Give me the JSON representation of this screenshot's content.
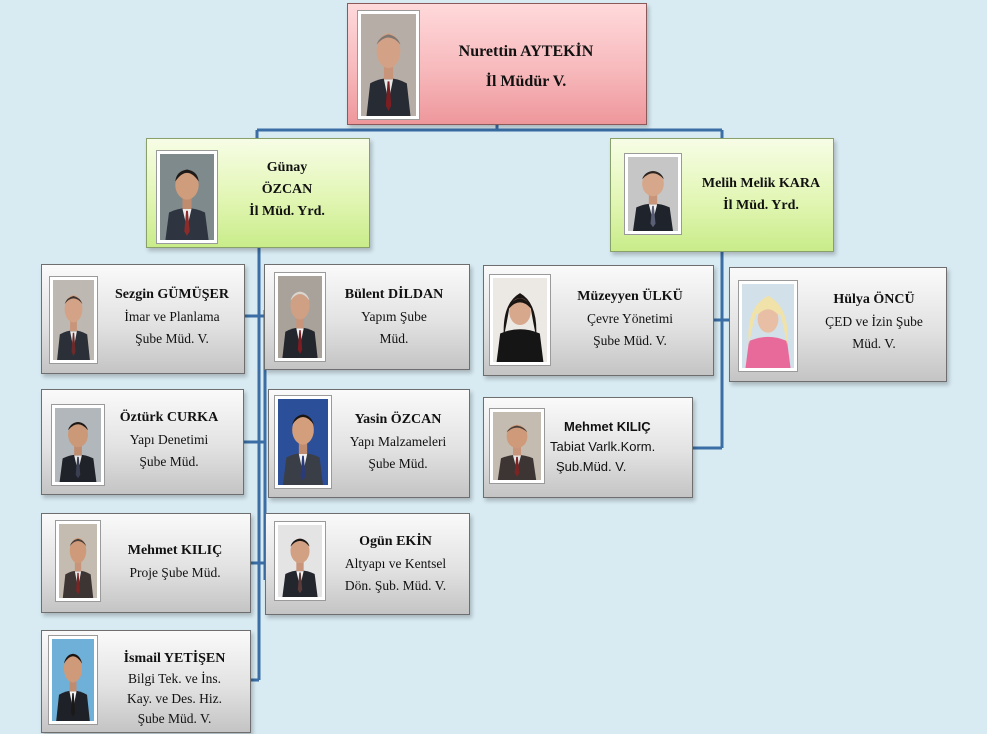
{
  "colors": {
    "background": "#d8eaf2",
    "connector": "#3a6ea5",
    "director_box": "#f7b9bc",
    "deputy_box": "#e2f6b4",
    "branch_box": "#e2e2e2"
  },
  "director": {
    "name": "Nurettin AYTEKİN",
    "title": "İl Müdür V.",
    "photo": "portrait-icon"
  },
  "deputies": [
    {
      "lines": [
        "Günay",
        "ÖZCAN",
        "İl Müd. Yrd."
      ],
      "photo": "portrait-icon"
    },
    {
      "lines": [
        "Melih Melik KARA",
        "İl Müd. Yrd."
      ],
      "photo": "portrait-icon"
    }
  ],
  "branches": [
    {
      "name": "Sezgin GÜMÜŞER",
      "lines": [
        "İmar ve Planlama",
        "Şube Müd. V."
      ]
    },
    {
      "name": "Bülent DİLDAN",
      "lines": [
        "Yapım Şube",
        "Müd."
      ]
    },
    {
      "name": "Öztürk CURKA",
      "lines": [
        "Yapı Denetimi",
        "Şube Müd."
      ]
    },
    {
      "name": "Yasin ÖZCAN",
      "lines": [
        "Yapı Malzameleri",
        "Şube Müd."
      ]
    },
    {
      "name": "Mehmet KILIÇ",
      "lines": [
        "Proje Şube Müd."
      ]
    },
    {
      "name": "Ogün EKİN",
      "lines": [
        "Altyapı ve Kentsel",
        "Dön. Şub. Müd. V."
      ]
    },
    {
      "name": "İsmail YETİŞEN",
      "lines": [
        "Bilgi Tek. ve İns.",
        "Kay. ve Des. Hiz.",
        "Şube Müd. V."
      ]
    },
    {
      "name": "Müzeyyen ÜLKÜ",
      "lines": [
        "Çevre Yönetimi",
        "Şube Müd. V."
      ]
    },
    {
      "name": "Hülya ÖNCÜ",
      "lines": [
        "ÇED ve İzin Şube",
        "Müd. V."
      ]
    },
    {
      "name": "Mehmet KILIÇ",
      "lines": [
        "Tabiat Varlk.Korm.",
        "Şub.Müd. V."
      ]
    }
  ]
}
